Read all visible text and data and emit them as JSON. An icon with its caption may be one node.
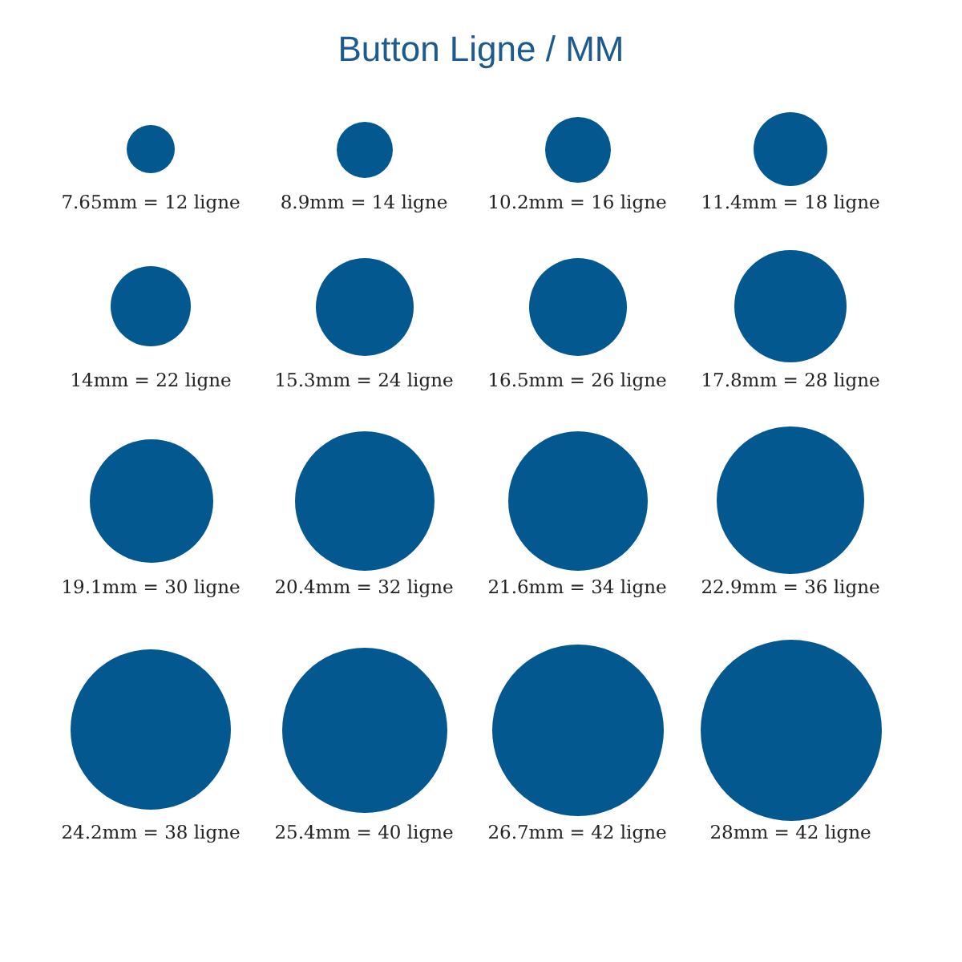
{
  "diagram": {
    "title": "Button Ligne / MM",
    "nodes": [
      {
        "text": [],
        "shape": "circle",
        "beside": [
          "7.65mm = 12 ligne"
        ]
      },
      {
        "text": [],
        "shape": "circle",
        "beside": [
          "8.9mm = 14 ligne"
        ]
      },
      {
        "text": [],
        "shape": "circle",
        "beside": [
          "10.2mm = 16 ligne"
        ]
      },
      {
        "text": [],
        "shape": "circle",
        "beside": [
          "11.4mm = 18 ligne"
        ]
      },
      {
        "text": [],
        "shape": "circle",
        "beside": [
          "14mm = 22 ligne"
        ]
      },
      {
        "text": [],
        "shape": "circle",
        "beside": [
          "15.3mm = 24 ligne"
        ]
      },
      {
        "text": [],
        "shape": "circle",
        "beside": [
          "16.5mm = 26 ligne"
        ]
      },
      {
        "text": [],
        "shape": "circle",
        "beside": [
          "17.8mm = 28 ligne"
        ]
      },
      {
        "text": [],
        "shape": "circle",
        "beside": [
          "19.1mm = 30 ligne"
        ]
      },
      {
        "text": [],
        "shape": "circle",
        "beside": [
          "20.4mm = 32 ligne"
        ]
      },
      {
        "text": [],
        "shape": "circle",
        "beside": [
          "21.6mm = 34 ligne"
        ]
      },
      {
        "text": [],
        "shape": "circle",
        "beside": [
          "22.9mm = 36 ligne"
        ]
      },
      {
        "text": [],
        "shape": "circle",
        "beside": [
          "24.2mm = 38 ligne"
        ]
      },
      {
        "text": [],
        "shape": "circle",
        "beside": [
          "25.4mm = 40 ligne"
        ]
      },
      {
        "text": [],
        "shape": "circle",
        "beside": [
          "26.7mm = 42 ligne"
        ]
      },
      {
        "text": [],
        "shape": "circle",
        "beside": [
          "28mm = 42 ligne"
        ]
      }
    ]
  }
}
